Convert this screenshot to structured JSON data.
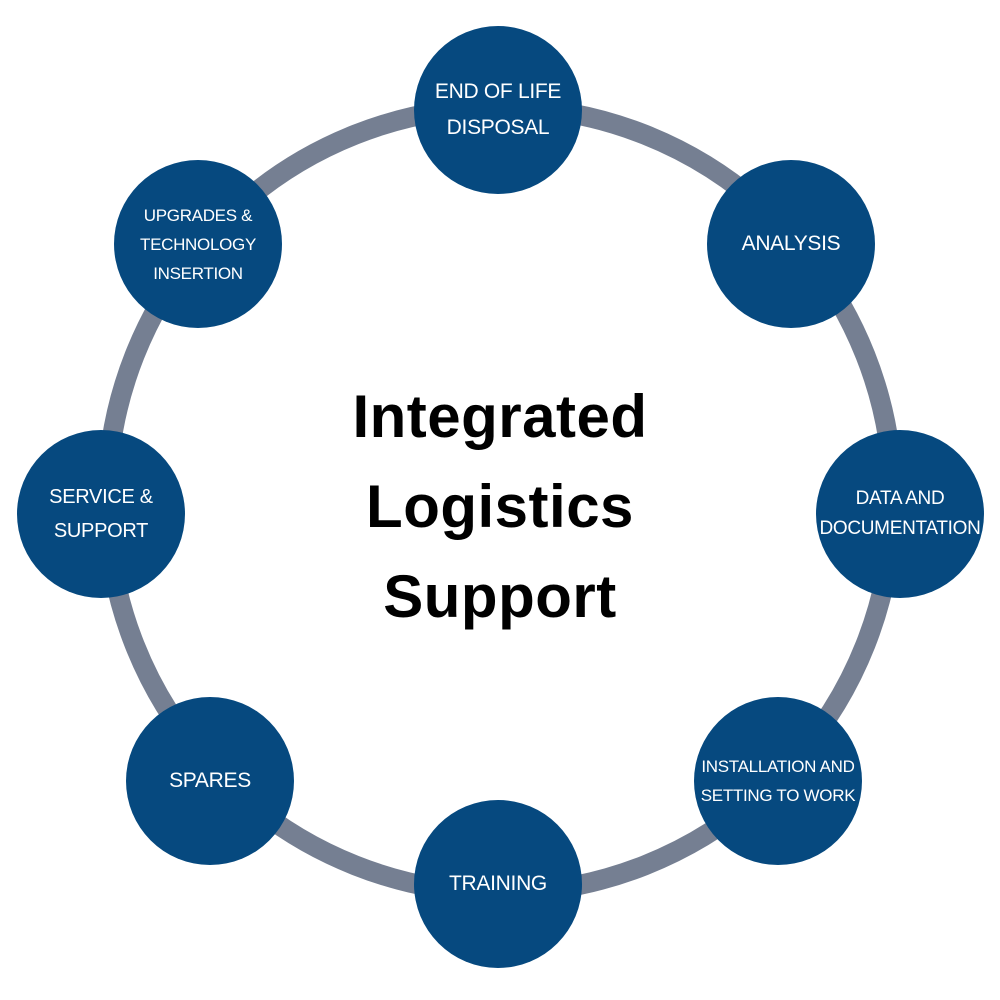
{
  "diagram": {
    "center_title": "Integrated\nLogistics\nSupport",
    "ring_color": "#757f92",
    "node_color": "#06497f",
    "node_text_color": "#ffffff",
    "nodes": [
      {
        "id": "end-of-life-disposal",
        "label": "END OF LIFE\nDISPOSAL"
      },
      {
        "id": "analysis",
        "label": "ANALYSIS"
      },
      {
        "id": "data-and-documentation",
        "label": "DATA AND\nDOCUMENTATION"
      },
      {
        "id": "installation-and-setting-to-work",
        "label": "INSTALLATION AND\nSETTING TO WORK"
      },
      {
        "id": "training",
        "label": "TRAINING"
      },
      {
        "id": "spares",
        "label": "SPARES"
      },
      {
        "id": "service-and-support",
        "label": "SERVICE &\nSUPPORT"
      },
      {
        "id": "upgrades-and-technology-insertion",
        "label": "UPGRADES &\nTECHNOLOGY\nINSERTION"
      }
    ]
  }
}
